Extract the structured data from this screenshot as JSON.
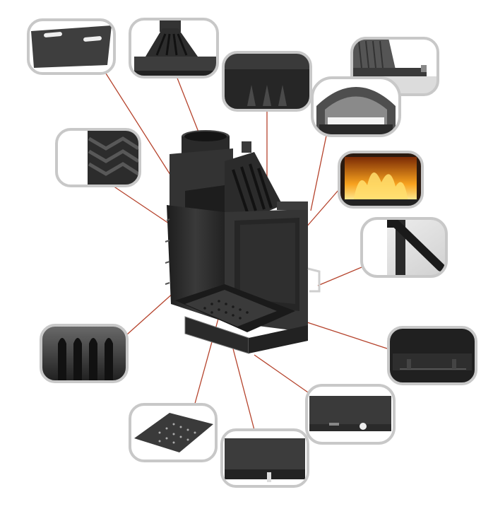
{
  "diagram": {
    "subject": "fireplace-insert-exploded-view",
    "colors": {
      "leader": "#b5432c",
      "frame": "#c8c8c8",
      "body": "#2d2d2d",
      "body_dark": "#1c1c1c",
      "body_light": "#4a4a4a",
      "flame": "#f39a1c",
      "glass": "#e6e6e6"
    },
    "callouts": [
      {
        "id": "top-plate",
        "icon": "perforated-plate-icon"
      },
      {
        "id": "flue-collar",
        "icon": "flue-outlet-icon"
      },
      {
        "id": "baffle-inside",
        "icon": "inner-baffle-icon"
      },
      {
        "id": "door-hinge",
        "icon": "door-hinge-icon"
      },
      {
        "id": "arched-chamber",
        "icon": "arched-chamber-icon"
      },
      {
        "id": "flame-glass",
        "icon": "flame-window-icon"
      },
      {
        "id": "door-handle",
        "icon": "door-handle-icon"
      },
      {
        "id": "heat-exchanger-ribs",
        "icon": "heat-exchanger-icon"
      },
      {
        "id": "firebox-liner",
        "icon": "ribbed-liner-icon"
      },
      {
        "id": "ash-pan-front",
        "icon": "ash-pan-icon"
      },
      {
        "id": "grate-plate",
        "icon": "grate-icon"
      },
      {
        "id": "ash-drawer",
        "icon": "ash-drawer-icon"
      },
      {
        "id": "air-control-slider",
        "icon": "air-slider-icon"
      }
    ]
  }
}
